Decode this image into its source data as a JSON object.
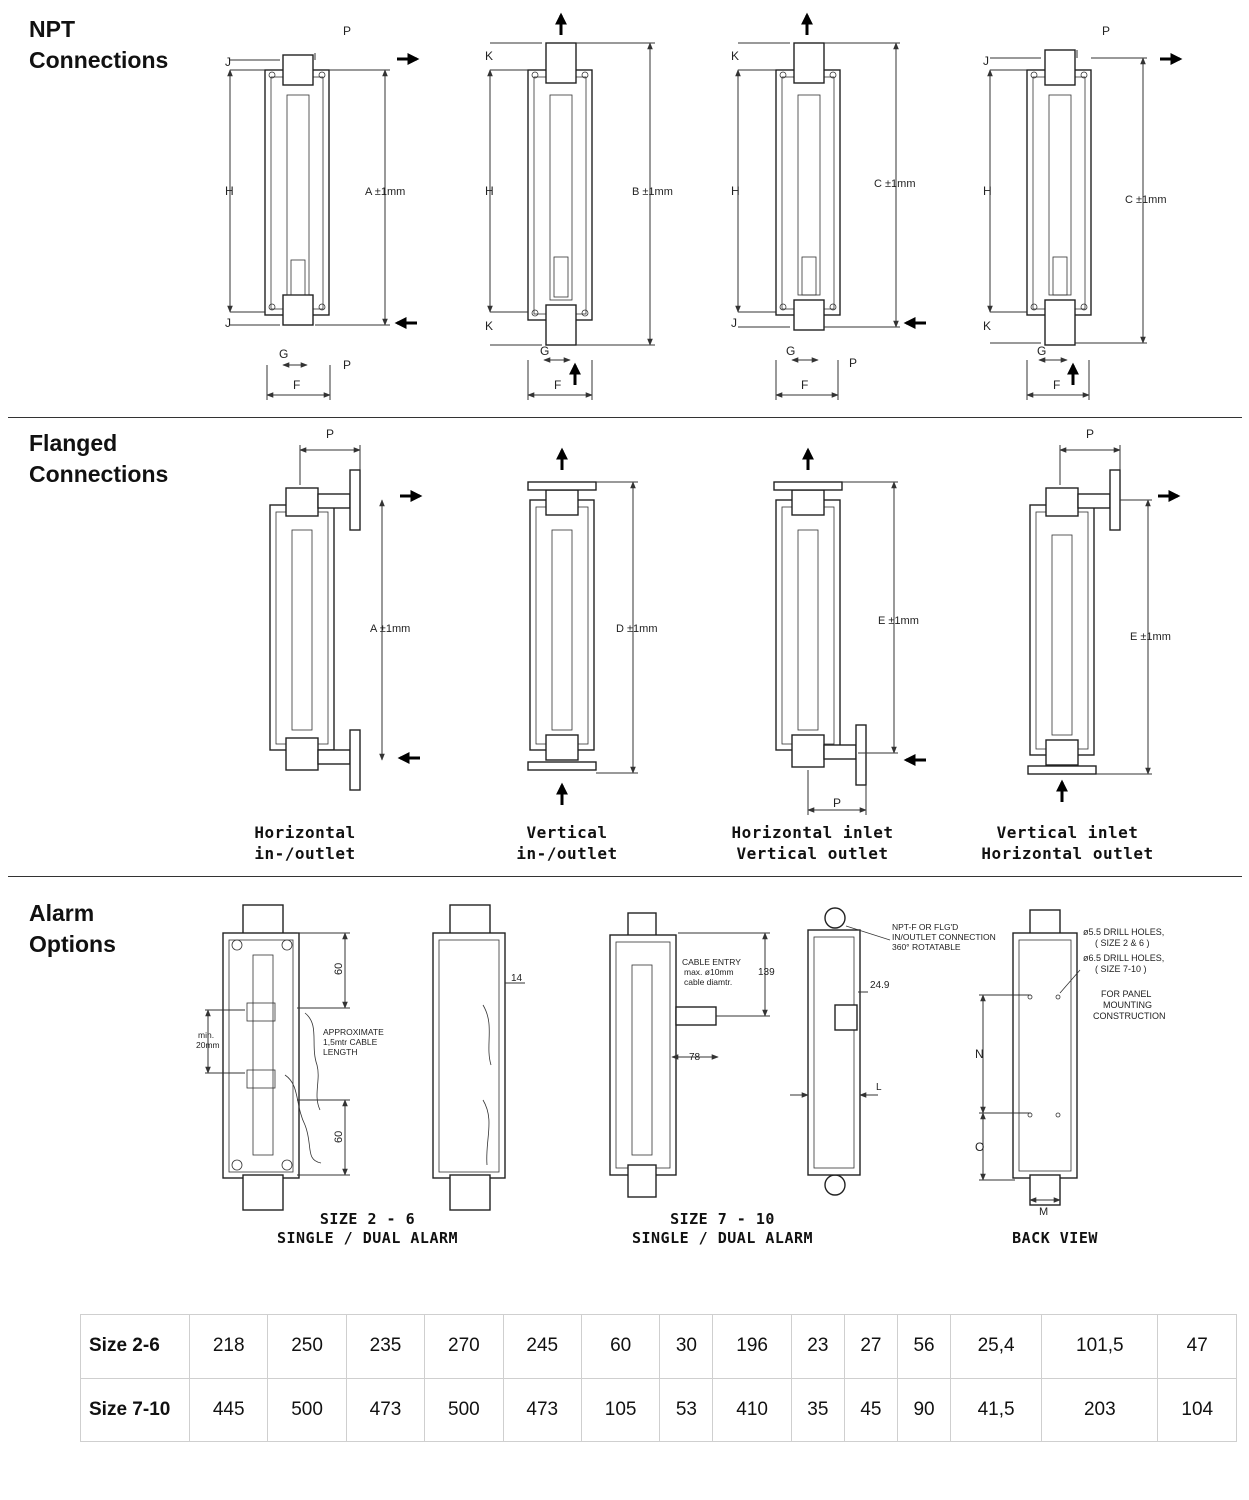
{
  "sections": {
    "npt": {
      "line1": "NPT",
      "line2": "Connections"
    },
    "flanged": {
      "line1": "Flanged",
      "line2": "Connections"
    },
    "alarm": {
      "line1": "Alarm",
      "line2": "Options"
    }
  },
  "npt_labels": {
    "P": "P",
    "J": "J",
    "K": "K",
    "H": "H",
    "G": "G",
    "F": "F",
    "A": "A ±1mm",
    "B": "B ±1mm",
    "C": "C ±1mm"
  },
  "flanged_labels": {
    "P": "P",
    "A": "A ±1mm",
    "D": "D ±1mm",
    "E": "E ±1mm"
  },
  "flanged_captions": [
    {
      "line1": "Horizontal",
      "line2": "in-/outlet"
    },
    {
      "line1": "Vertical",
      "line2": "in-/outlet"
    },
    {
      "line1": "Horizontal inlet",
      "line2": "Vertical outlet"
    },
    {
      "line1": "Vertical inlet",
      "line2": "Horizontal outlet"
    }
  ],
  "alarm": {
    "dim_60": "60",
    "min_line1": "min.",
    "min_line2": "20mm",
    "cable_line1": "APPROXIMATE",
    "cable_line2": "1,5mtr CABLE",
    "cable_line3": "LENGTH",
    "dim_14": "14",
    "entry_line1": "CABLE ENTRY",
    "entry_line2": "max. ø10mm",
    "entry_line3": "cable diamtr.",
    "dim_139": "139",
    "dim_78": "78",
    "npt_line1": "NPT-F OR FLG'D",
    "npt_line2": "IN/OUTLET CONNECTION",
    "npt_line3": "360° ROTATABLE",
    "dim_249": "24.9",
    "dim_L": "L",
    "holes_line1": "ø5.5 DRILL HOLES,",
    "holes_line2": "( SIZE 2 & 6 )",
    "holes_line3": "ø6.5 DRILL HOLES,",
    "holes_line4": "( SIZE 7-10 )",
    "panel_line1": "FOR PANEL",
    "panel_line2": "MOUNTING",
    "panel_line3": "CONSTRUCTION",
    "dim_N": "N",
    "dim_O": "O",
    "dim_M": "M",
    "cap1_line1": "SIZE 2 - 6",
    "cap1_line2": "SINGLE / DUAL ALARM",
    "cap2_line1": "SIZE 7 - 10",
    "cap2_line2": "SINGLE / DUAL ALARM",
    "cap3": "BACK VIEW"
  },
  "table": {
    "rows": [
      {
        "label": "Size 2-6",
        "values": [
          "218",
          "250",
          "235",
          "270",
          "245",
          "60",
          "30",
          "196",
          "23",
          "27",
          "56",
          "25,4",
          "101,5",
          "47"
        ]
      },
      {
        "label": "Size 7-10",
        "values": [
          "445",
          "500",
          "473",
          "500",
          "473",
          "105",
          "53",
          "410",
          "35",
          "45",
          "90",
          "41,5",
          "203",
          "104"
        ]
      }
    ]
  }
}
